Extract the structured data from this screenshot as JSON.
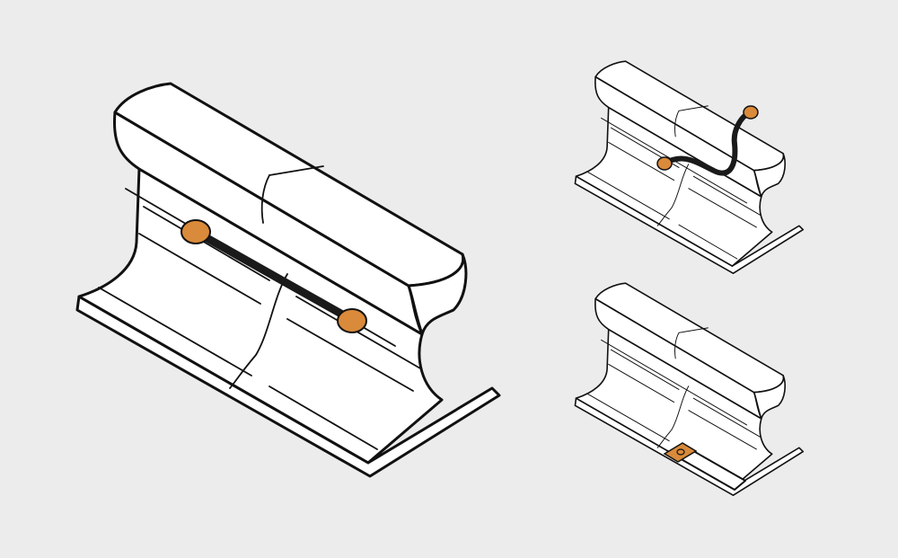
{
  "colors": {
    "background": "#ececec",
    "rail_fill": "#ffffff",
    "outline": "#111111",
    "copper": "#d98a3a",
    "bond_wire": "#1a1a1a"
  },
  "figures": [
    {
      "name": "rail-joint-straight-bond",
      "icon": "rail-with-straight-bond-icon"
    },
    {
      "name": "rail-joint-flexible-bond",
      "icon": "rail-with-flexible-bond-icon"
    },
    {
      "name": "rail-joint-strip-bond",
      "icon": "rail-with-strip-bond-icon"
    }
  ]
}
